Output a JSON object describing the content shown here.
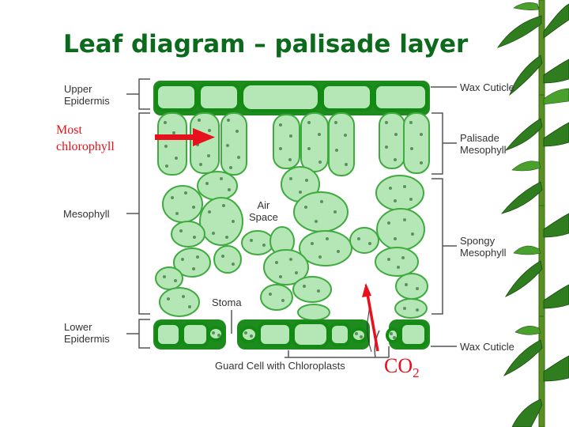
{
  "title": "Leaf diagram – palisade layer",
  "labels": {
    "upper_epidermis": "Upper\nEpidermis",
    "mesophyll": "Mesophyll",
    "lower_epidermis": "Lower\nEpidermis",
    "wax_cuticle_top": "Wax Cuticle",
    "palisade_mesophyll": "Palisade\nMesophyll",
    "spongy_mesophyll": "Spongy\nMesophyll",
    "wax_cuticle_bottom": "Wax Cuticle",
    "air_space": "Air\nSpace",
    "stoma": "Stoma",
    "guard_cell": "Guard Cell with Chloroplasts"
  },
  "annotations": {
    "most_chlorophyll": "Most\nchlorophyll",
    "co2_main": "CO",
    "co2_sub": "2"
  },
  "colors": {
    "title": "#0b6a1c",
    "cell_fill": "#b5e6b5",
    "cell_stroke": "#3faa3f",
    "epidermis_stroke": "#138a13",
    "chloroplast": "#5b8f5b",
    "annotation_red": "#e8101c"
  }
}
